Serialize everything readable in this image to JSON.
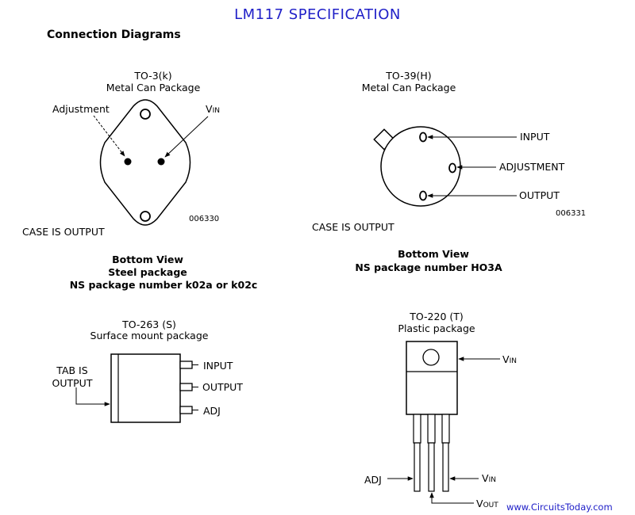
{
  "title": "LM117 SPECIFICATION",
  "heading": "Connection Diagrams",
  "to3": {
    "name": "TO-3(k)",
    "package": "Metal Can Package",
    "adjustment": "Adjustment",
    "vin_main": "V",
    "vin_sub": "IN",
    "code": "006330",
    "case": "CASE IS OUTPUT",
    "view": "Bottom View",
    "material": "Steel package",
    "ns": "NS package number k02a or k02c"
  },
  "to39": {
    "name": "TO-39(H)",
    "package": "Metal Can Package",
    "input": "INPUT",
    "adjustment": "ADJUSTMENT",
    "output": "OUTPUT",
    "code": "006331",
    "case": "CASE IS OUTPUT",
    "view": "Bottom View",
    "ns": "NS package number HO3A"
  },
  "to263": {
    "name": "TO-263 (S)",
    "package": "Surface mount package",
    "tab_line1": "TAB IS",
    "tab_line2": "OUTPUT",
    "input": "INPUT",
    "output": "OUTPUT",
    "adj": "ADJ"
  },
  "to220": {
    "name": "TO-220 (T)",
    "package": "Plastic package",
    "vin_main": "V",
    "vin_sub": "IN",
    "adj": "ADJ",
    "vin2_main": "V",
    "vin2_sub": "IN",
    "vout_main": "V",
    "vout_sub": "OUT"
  },
  "footer_link": "www.CircuitsToday.com",
  "colors": {
    "title": "#2020c8",
    "link": "#2020c8",
    "line": "#000000"
  }
}
